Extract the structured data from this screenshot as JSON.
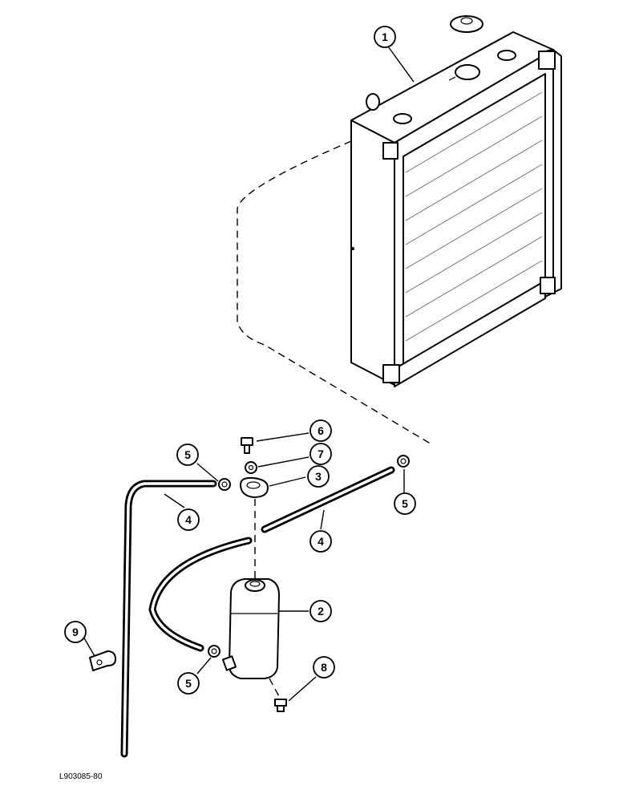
{
  "drawing_code": "L903085-80",
  "callouts": [
    {
      "number": "1",
      "part": "radiator"
    },
    {
      "number": "2",
      "part": "reservoir"
    },
    {
      "number": "3",
      "part": "bracket"
    },
    {
      "number": "4",
      "part": "hose-left"
    },
    {
      "number": "4",
      "part": "hose-right"
    },
    {
      "number": "5",
      "part": "clamp-left"
    },
    {
      "number": "5",
      "part": "clamp-right"
    },
    {
      "number": "5",
      "part": "clamp-lower"
    },
    {
      "number": "6",
      "part": "bolt"
    },
    {
      "number": "7",
      "part": "nut"
    },
    {
      "number": "8",
      "part": "plug"
    },
    {
      "number": "9",
      "part": "hose-clip"
    }
  ]
}
